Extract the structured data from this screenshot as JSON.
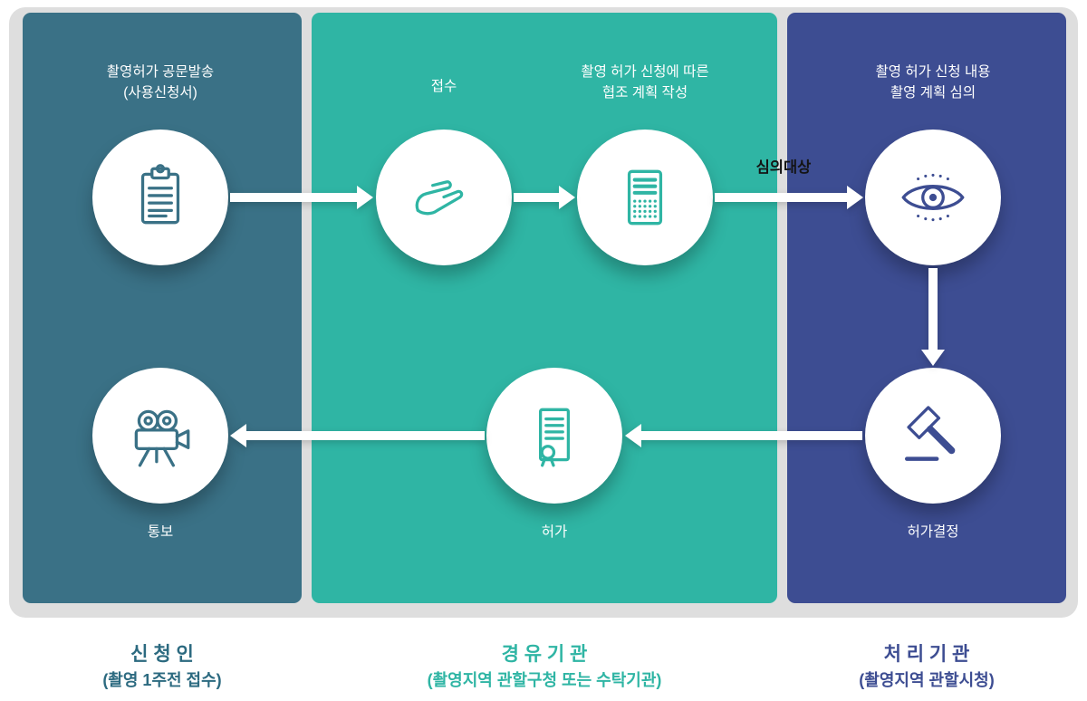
{
  "steps": {
    "send_request": {
      "line1": "촬영허가 공문발송",
      "line2": "(사용신청서)",
      "icon": "clipboard-icon"
    },
    "receive": {
      "label": "접수",
      "icon": "receiving-hand-icon"
    },
    "cooperation_plan": {
      "line1": "촬영 허가 신청에 따른",
      "line2": "협조 계획 작성",
      "icon": "cooperation-report-icon"
    },
    "review": {
      "line1": "촬영 허가 신청 내용",
      "line2": "촬영 계획 심의",
      "icon": "eye-review-icon"
    },
    "decision": {
      "label": "허가결정",
      "icon": "gavel-icon"
    },
    "permit": {
      "label": "허가",
      "icon": "permit-certificate-icon"
    },
    "notify": {
      "label": "통보",
      "icon": "film-camera-icon"
    }
  },
  "flow": {
    "review_arrow_label": "심의대상"
  },
  "footers": {
    "applicant": {
      "title": "신 청 인",
      "subtitle": "(촬영 1주전 접수)"
    },
    "via": {
      "title": "경 유 기 관",
      "subtitle": "(촬영지역 관할구청 또는 수탁기관)"
    },
    "processing": {
      "title": "처 리 기 관",
      "subtitle": "(촬영지역 관할시청)"
    }
  },
  "colors": {
    "applicant_panel": "#3A7186",
    "via_panel": "#2FB5A4",
    "processing_panel": "#3D4D92",
    "frame": "#DEDEDE",
    "node_background": "#FFFFFF",
    "arrow": "#FFFFFF",
    "step_label_text": "#FFFFFF",
    "review_arrow_label_text": "#141414",
    "applicant_footer_text": "#2C6A80",
    "via_footer_text": "#2FB5A4",
    "processing_footer_text": "#3D4D92"
  }
}
